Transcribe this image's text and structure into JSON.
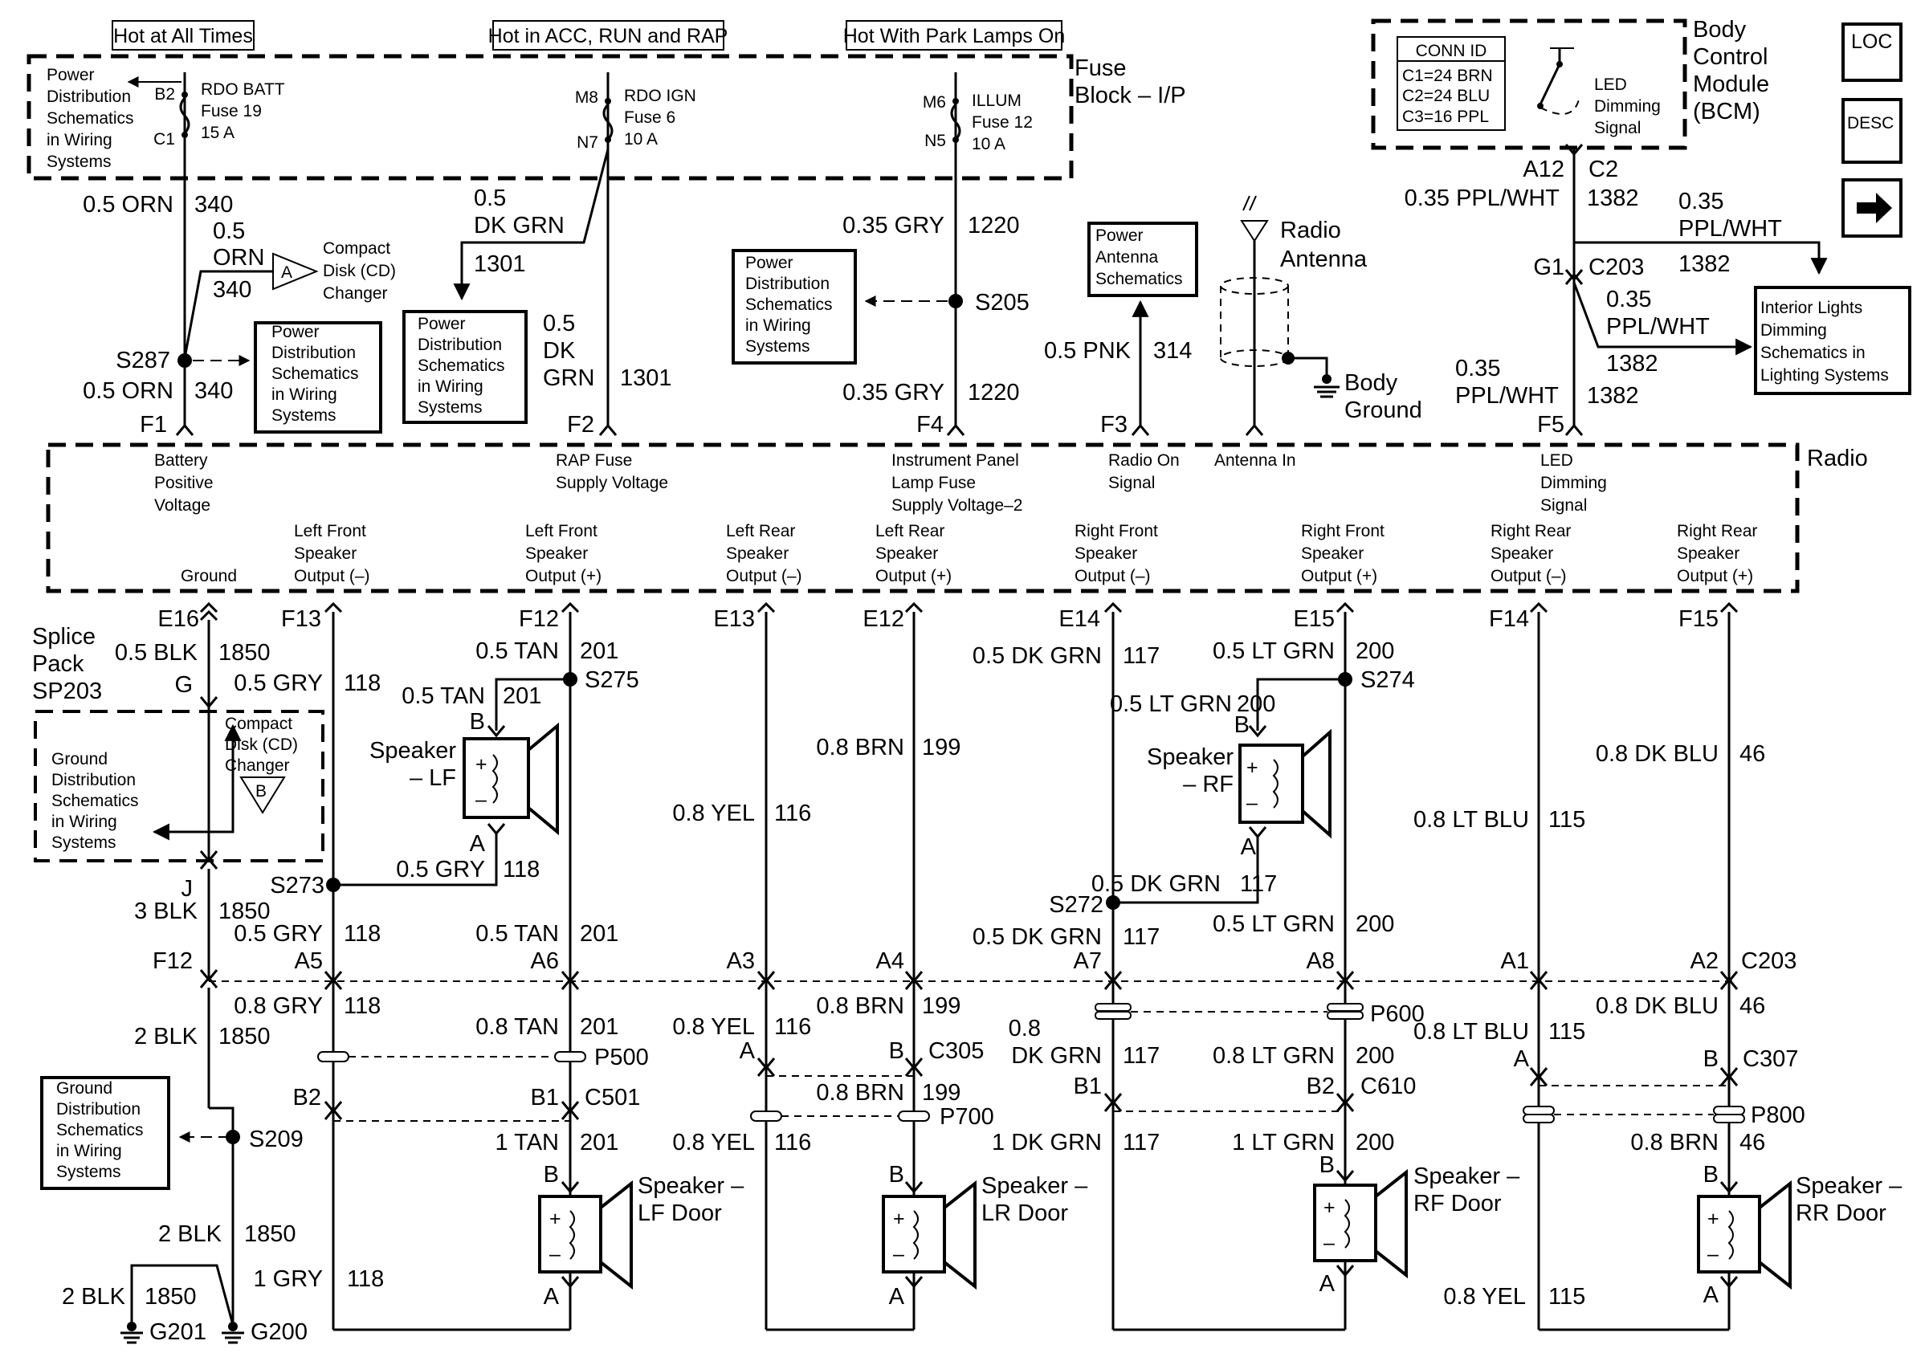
{
  "header": {
    "hot_all": "Hot at All Times",
    "hot_acc": "Hot in ACC, RUN and RAP",
    "hot_park": "Hot With Park Lamps On",
    "fuse_block": [
      "Fuse",
      "Block – I/P"
    ],
    "radio_label": "Radio"
  },
  "fuse_block": {
    "pds_left": [
      "Power",
      "Distribution",
      "Schematics",
      "in Wiring",
      "Systems"
    ],
    "rdo_batt": {
      "pin_in": "B2",
      "pin_out": "C1",
      "name": "RDO BATT",
      "fuse": "Fuse 19",
      "amps": "15 A"
    },
    "rdo_ign": {
      "pin_in": "M8",
      "pin_out": "N7",
      "name": "RDO IGN",
      "fuse": "Fuse 6",
      "amps": "10 A"
    },
    "illum": {
      "pin_in": "M6",
      "pin_out": "N5",
      "name": "ILLUM",
      "fuse": "Fuse 12",
      "amps": "10 A"
    }
  },
  "bcm": {
    "conn_id_title": "CONN ID",
    "conn_ids": [
      "C1=24 BRN",
      "C2=24 BLU",
      "C3=16 PPL"
    ],
    "signal": [
      "LED",
      "Dimming",
      "Signal"
    ],
    "title": [
      "Body",
      "Control",
      "Module",
      "(BCM)"
    ]
  },
  "nav": {
    "loc": "LOC",
    "desc": "DESC",
    "arrow": "→"
  },
  "upper_wires": {
    "batt_top_wire": "0.5 ORN",
    "batt_top_circuit": "340",
    "cd_wire": [
      "0.5",
      "ORN"
    ],
    "cd_circuit": "340",
    "cd_conn": "A",
    "cd_changer": [
      "Compact",
      "Disk (CD)",
      "Changer"
    ],
    "splice_s287": "S287",
    "batt_bot_wire": "0.5 ORN",
    "batt_bot_circuit": "340",
    "pds_s287": [
      "Power",
      "Distribution",
      "Schematics",
      "in Wiring",
      "Systems"
    ],
    "ign_top_wire": [
      "0.5",
      "DK GRN"
    ],
    "ign_top_circuit": "1301",
    "pds_ign": [
      "Power",
      "Distribution",
      "Schematics",
      "in Wiring",
      "Systems"
    ],
    "ign_bot_wire": [
      "0.5",
      "DK",
      "GRN"
    ],
    "ign_bot_circuit": "1301",
    "illum_top_wire": "0.35 GRY",
    "illum_top_circuit": "1220",
    "splice_s205": "S205",
    "pds_s205": [
      "Power",
      "Distribution",
      "Schematics",
      "in Wiring",
      "Systems"
    ],
    "illum_bot_wire": "0.35 GRY",
    "illum_bot_circuit": "1220",
    "pwr_ant": [
      "Power",
      "Antenna",
      "Schematics"
    ],
    "ant_wire": "0.5 PNK",
    "ant_circuit": "314",
    "radio_antenna": [
      "Radio",
      "Antenna"
    ],
    "body_ground": [
      "Body",
      "Ground"
    ],
    "bcm_pin": "A12",
    "bcm_conn": "C2",
    "bcm_wire": "0.35 PPL/WHT",
    "bcm_circuit": "1382",
    "bcm_right_wire": [
      "0.35",
      "PPL/WHT"
    ],
    "bcm_right_circuit": "1382",
    "g1": "G1",
    "c203": "C203",
    "mid_wire": [
      "0.35",
      "PPL/WHT"
    ],
    "mid_circuit": "1382",
    "bot_wire": [
      "0.35",
      "PPL/WHT"
    ],
    "bot_circuit": "1382",
    "interior": [
      "Interior Lights",
      "Dimming",
      "Schematics in",
      "Lighting Systems"
    ]
  },
  "radio_pins": {
    "top": [
      {
        "pin": "F1",
        "desc": [
          "Battery",
          "Positive",
          "Voltage"
        ]
      },
      {
        "pin": "F2",
        "desc": [
          "RAP Fuse",
          "Supply Voltage"
        ]
      },
      {
        "pin": "F4",
        "desc": [
          "Instrument Panel",
          "Lamp Fuse",
          "Supply Voltage–2"
        ]
      },
      {
        "pin": "F3",
        "desc": [
          "Radio On",
          "Signal"
        ]
      },
      {
        "pin": "",
        "desc": [
          "Antenna In"
        ]
      },
      {
        "pin": "F5",
        "desc": [
          "LED",
          "Dimming",
          "Signal"
        ]
      }
    ],
    "bottom": [
      {
        "pin": "E16",
        "desc": [
          "Ground"
        ]
      },
      {
        "pin": "F13",
        "desc": [
          "Left Front",
          "Speaker",
          "Output (–)"
        ]
      },
      {
        "pin": "F12",
        "desc": [
          "Left Front",
          "Speaker",
          "Output (+)"
        ]
      },
      {
        "pin": "E13",
        "desc": [
          "Left Rear",
          "Speaker",
          "Output (–)"
        ]
      },
      {
        "pin": "E12",
        "desc": [
          "Left Rear",
          "Speaker",
          "Output (+)"
        ]
      },
      {
        "pin": "E14",
        "desc": [
          "Right Front",
          "Speaker",
          "Output (–)"
        ]
      },
      {
        "pin": "E15",
        "desc": [
          "Right Front",
          "Speaker",
          "Output (+)"
        ]
      },
      {
        "pin": "F14",
        "desc": [
          "Right Rear",
          "Speaker",
          "Output (–)"
        ]
      },
      {
        "pin": "F15",
        "desc": [
          "Right Rear",
          "Speaker",
          "Output (+)"
        ]
      }
    ]
  },
  "lower": {
    "splice_pack": [
      "Splice",
      "Pack",
      "SP203"
    ],
    "gnd_top_wire": "0.5 BLK",
    "gnd_top_circuit": "1850",
    "gnd_g": "G",
    "gnd_dist_left": [
      "Ground",
      "Distribution",
      "Schematics",
      "in Wiring",
      "Systems"
    ],
    "cd2": [
      "Compact",
      "Disk (CD)",
      "Changer"
    ],
    "cd2_conn": "B",
    "gnd_j": "J",
    "gnd_j_wire": "3 BLK",
    "gnd_j_circuit": "1850",
    "gnd_f12": "F12",
    "gnd_low_wire": "2 BLK",
    "gnd_low_circuit": "1850",
    "gnd_dist_s209": [
      "Ground",
      "Distribution",
      "Schematics",
      "in Wiring",
      "Systems"
    ],
    "s209": "S209",
    "gnd_bot_wire": "2 BLK",
    "gnd_bot_circuit": "1850",
    "g201_wire": "2 BLK",
    "g201_circuit": "1850",
    "g201": "G201",
    "g200": "G200",
    "lf_minus_wire": "0.5 GRY",
    "lf_minus_circuit": "118",
    "lf_plus_wire": "0.5 TAN",
    "lf_plus_circuit": "201",
    "s275": "S275",
    "lf_spk_plus_wire": "0.5 TAN",
    "lf_spk_plus_circuit": "201",
    "lf_spk_b": "B",
    "speaker_lf": [
      "Speaker",
      "– LF"
    ],
    "lf_spk_a": "A",
    "lf_spk_minus_wire": "0.5 GRY",
    "lf_spk_minus_circuit": "118",
    "s273": "S273",
    "a5_wire": "0.5 GRY",
    "a5_circuit": "118",
    "a5": "A5",
    "a6_wire": "0.5 TAN",
    "a6_circuit": "201",
    "a6": "A6",
    "a5b_wire": "0.8 GRY",
    "a5b_circuit": "118",
    "a6b_wire": "0.8 TAN",
    "a6b_circuit": "201",
    "p500": "P500",
    "b2": "B2",
    "b1": "B1",
    "c501": "C501",
    "lfd_minus_wire": "1 GRY",
    "lfd_minus_circuit": "118",
    "lfd_plus_wire": "1 TAN",
    "lfd_plus_circuit": "201",
    "lfd_b": "B",
    "speaker_lf_door": [
      "Speaker –",
      "LF Door"
    ],
    "lfd_a": "A",
    "lr_minus_wire": "0.8 YEL",
    "lr_minus_circuit": "116",
    "lr_plus_wire": "0.8 BRN",
    "lr_plus_circuit": "199",
    "a3": "A3",
    "a4": "A4",
    "lr_minus_b_wire": "0.8 YEL",
    "lr_minus_b_circuit": "116",
    "lr_plus_b_wire": "0.8 BRN",
    "lr_plus_b_circuit": "199",
    "c305_a": "A",
    "c305_b": "B",
    "c305": "C305",
    "p700_wire": "0.8 BRN",
    "p700_circuit": "199",
    "p700": "P700",
    "lr_minus_c_wire": "0.8 YEL",
    "lr_minus_c_circuit": "116",
    "lrd_b": "B",
    "speaker_lr_door": [
      "Speaker –",
      "LR Door"
    ],
    "lrd_a": "A",
    "rf_minus_wire": "0.5 DK GRN",
    "rf_minus_circuit": "117",
    "rf_plus_wire": "0.5 LT GRN",
    "rf_plus_circuit": "200",
    "s274": "S274",
    "rf_spk_plus_wire": "0.5 LT GRN",
    "rf_spk_plus_circuit": "200",
    "rf_spk_b": "B",
    "speaker_rf": [
      "Speaker",
      "– RF"
    ],
    "rf_spk_a": "A",
    "rf_spk_minus_wire": "0.5 DK GRN",
    "rf_spk_minus_circuit": "117",
    "s272": "S272",
    "rf_plus_b_wire": "0.5 LT GRN",
    "rf_plus_b_circuit": "200",
    "a7_wire": "0.5 DK GRN",
    "a7_circuit": "117",
    "a7": "A7",
    "a8": "A8",
    "a7b_wire": [
      "0.8",
      "DK GRN"
    ],
    "a7b_circuit": "117",
    "a8b_wire": "0.8 LT GRN",
    "a8b_circuit": "200",
    "p600": "P600",
    "b1r": "B1",
    "b2r": "B2",
    "c610": "C610",
    "rfd_minus_wire": "1 DK GRN",
    "rfd_minus_circuit": "117",
    "rfd_plus_wire": "1 LT GRN",
    "rfd_plus_circuit": "200",
    "rfd_b": "B",
    "speaker_rf_door": [
      "Speaker –",
      "RF Door"
    ],
    "rfd_a": "A",
    "rr_minus_wire": "0.8 LT BLU",
    "rr_minus_circuit": "115",
    "rr_plus_wire": "0.8 DK BLU",
    "rr_plus_circuit": "46",
    "a1": "A1",
    "a2": "A2",
    "c203b": "C203",
    "rr_plus_b_wire": "0.8 DK BLU",
    "rr_plus_b_circuit": "46",
    "rr_minus_b_wire": "0.8 LT BLU",
    "rr_minus_b_circuit": "115",
    "c307_a": "A",
    "c307_b": "B",
    "c307": "C307",
    "p800": "P800",
    "rr_plus_c_wire": "0.8 BRN",
    "rr_plus_c_circuit": "46",
    "rrd_b": "B",
    "speaker_rr_door": [
      "Speaker –",
      "RR Door"
    ],
    "rrd_a": "A",
    "rr_minus_c_wire": "0.8 YEL",
    "rr_minus_c_circuit": "115"
  }
}
